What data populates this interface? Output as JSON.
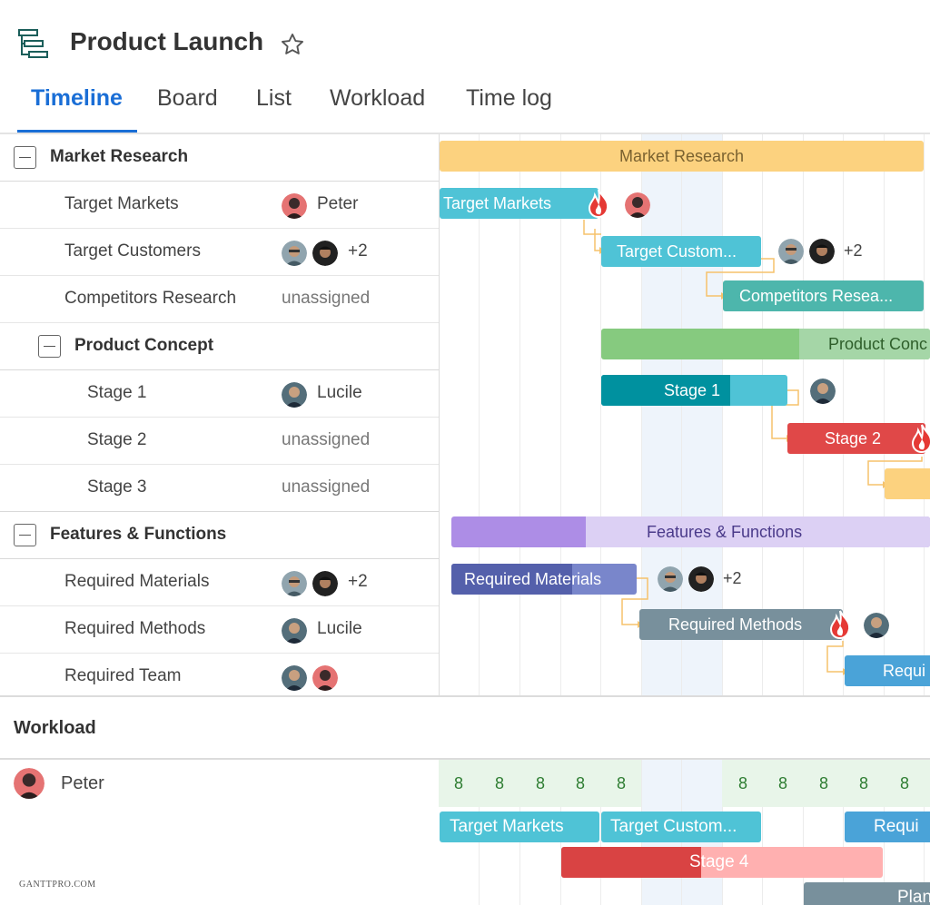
{
  "header": {
    "title": "Product Launch",
    "tabs": [
      {
        "label": "Timeline",
        "active": true
      },
      {
        "label": "Board",
        "active": false
      },
      {
        "label": "List",
        "active": false
      },
      {
        "label": "Workload",
        "active": false
      },
      {
        "label": "Time log",
        "active": false
      }
    ]
  },
  "tasks": [
    {
      "name": "Market Research",
      "group": true
    },
    {
      "name": "Target Markets",
      "assignee": "Peter"
    },
    {
      "name": "Target Customers",
      "assignee_extra": "+2"
    },
    {
      "name": "Competitors Research",
      "assignee": "unassigned"
    },
    {
      "name": "Product Concept",
      "group": true
    },
    {
      "name": "Stage 1",
      "assignee": "Lucile"
    },
    {
      "name": "Stage 2",
      "assignee": "unassigned"
    },
    {
      "name": "Stage 3",
      "assignee": "unassigned"
    },
    {
      "name": "Features & Functions",
      "group": true
    },
    {
      "name": "Required Materials",
      "assignee_extra": "+2"
    },
    {
      "name": "Required Methods",
      "assignee": "Lucile"
    },
    {
      "name": "Required Team"
    }
  ],
  "timeline": {
    "bars": {
      "market_research": "Market Research",
      "target_markets": "Target Markets",
      "target_customers": "Target Custom...",
      "target_customers_extra": "+2",
      "competitors": "Competitors Resea...",
      "product_concept": "Product Conc",
      "stage1": "Stage 1",
      "stage2": "Stage 2",
      "features": "Features & Functions",
      "req_materials": "Required Materials",
      "req_materials_extra": "+2",
      "req_methods": "Required Methods",
      "req_team": "Requi"
    },
    "colors": {
      "orange": "#fcd27f",
      "teal": "#4fc3d6",
      "teal_dark": "#00919f",
      "green": "#86ca7f",
      "green_light": "#c8e6c9",
      "red": "#e04848",
      "purple": "#ad8de6",
      "purple_light": "#dcd0f4",
      "indigo": "#5460ab",
      "gray": "#78909c",
      "blue": "#4aa3d8"
    }
  },
  "workload": {
    "title": "Workload",
    "person": "Peter",
    "hours": [
      "8",
      "8",
      "8",
      "8",
      "8",
      "",
      "",
      "8",
      "8",
      "8",
      "8",
      "8"
    ],
    "bars": {
      "target_markets": "Target Markets",
      "target_customers": "Target Custom...",
      "stage4": "Stage 4",
      "requi": "Requi",
      "plan": "Plan"
    }
  },
  "footer": {
    "watermark": "GANTTPRO.COM"
  }
}
